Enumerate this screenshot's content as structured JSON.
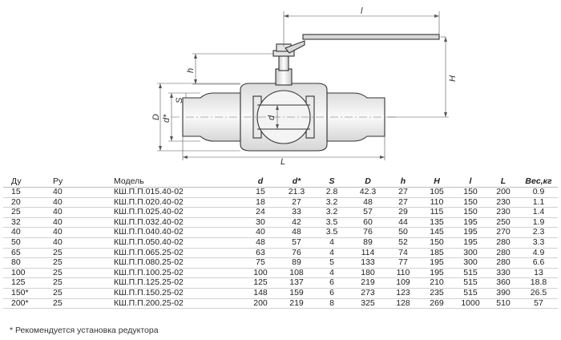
{
  "drawing": {
    "dim_labels": {
      "l": "l",
      "H": "H",
      "h": "h",
      "D": "D",
      "d_star": "d*",
      "S": "S",
      "d": "d",
      "L": "L"
    }
  },
  "table": {
    "headers": [
      "Ду",
      "Ру",
      "Модель",
      "d",
      "d*",
      "S",
      "D",
      "h",
      "H",
      "l",
      "L",
      "Вес,кг"
    ],
    "rows": [
      [
        "15",
        "40",
        "КШ.П.П.015.40-02",
        "15",
        "21.3",
        "2.8",
        "42.3",
        "27",
        "105",
        "150",
        "200",
        "0.9"
      ],
      [
        "20",
        "40",
        "КШ.П.П.020.40-02",
        "18",
        "27",
        "3.2",
        "48",
        "27",
        "110",
        "150",
        "230",
        "1.1"
      ],
      [
        "25",
        "40",
        "КШ.П.П.025.40-02",
        "24",
        "33",
        "3.2",
        "57",
        "29",
        "115",
        "150",
        "230",
        "1.4"
      ],
      [
        "32",
        "40",
        "КШ.П.П.032.40-02",
        "30",
        "42",
        "3.5",
        "60",
        "44",
        "135",
        "195",
        "250",
        "1.9"
      ],
      [
        "40",
        "40",
        "КШ.П.П.040.40-02",
        "40",
        "48",
        "3.5",
        "76",
        "50",
        "145",
        "195",
        "270",
        "2.3"
      ],
      [
        "50",
        "40",
        "КШ.П.П.050.40-02",
        "48",
        "57",
        "4",
        "89",
        "52",
        "150",
        "195",
        "280",
        "3.3"
      ],
      [
        "65",
        "25",
        "КШ.П.П.065.25-02",
        "63",
        "76",
        "4",
        "114",
        "74",
        "185",
        "300",
        "280",
        "4.9"
      ],
      [
        "80",
        "25",
        "КШ.П.П.080.25-02",
        "75",
        "89",
        "5",
        "133",
        "77",
        "195",
        "300",
        "280",
        "6.6"
      ],
      [
        "100",
        "25",
        "КШ.П.П.100.25-02",
        "100",
        "108",
        "4",
        "180",
        "110",
        "195",
        "515",
        "330",
        "13"
      ],
      [
        "125",
        "25",
        "КШ.П.П.125.25-02",
        "125",
        "137",
        "6",
        "219",
        "109",
        "210",
        "515",
        "360",
        "18.8"
      ],
      [
        "150*",
        "25",
        "КШ.П.П.150.25-02",
        "148",
        "159",
        "6",
        "273",
        "123",
        "235",
        "515",
        "390",
        "26.5"
      ],
      [
        "200*",
        "25",
        "КШ.П.П.200.25-02",
        "200",
        "219",
        "8",
        "325",
        "128",
        "269",
        "1000",
        "510",
        "57"
      ]
    ]
  },
  "note": "* Рекомендуется установка редуктора"
}
